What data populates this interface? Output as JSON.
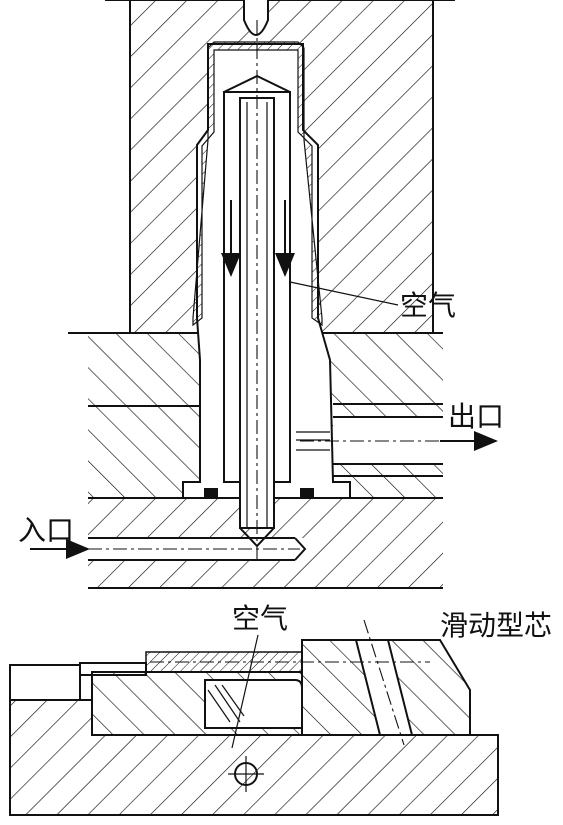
{
  "labels": {
    "air_top": "空气",
    "outlet": "出口",
    "inlet": "入口",
    "air_bottom": "空气",
    "sliding_core": "滑动型芯"
  }
}
